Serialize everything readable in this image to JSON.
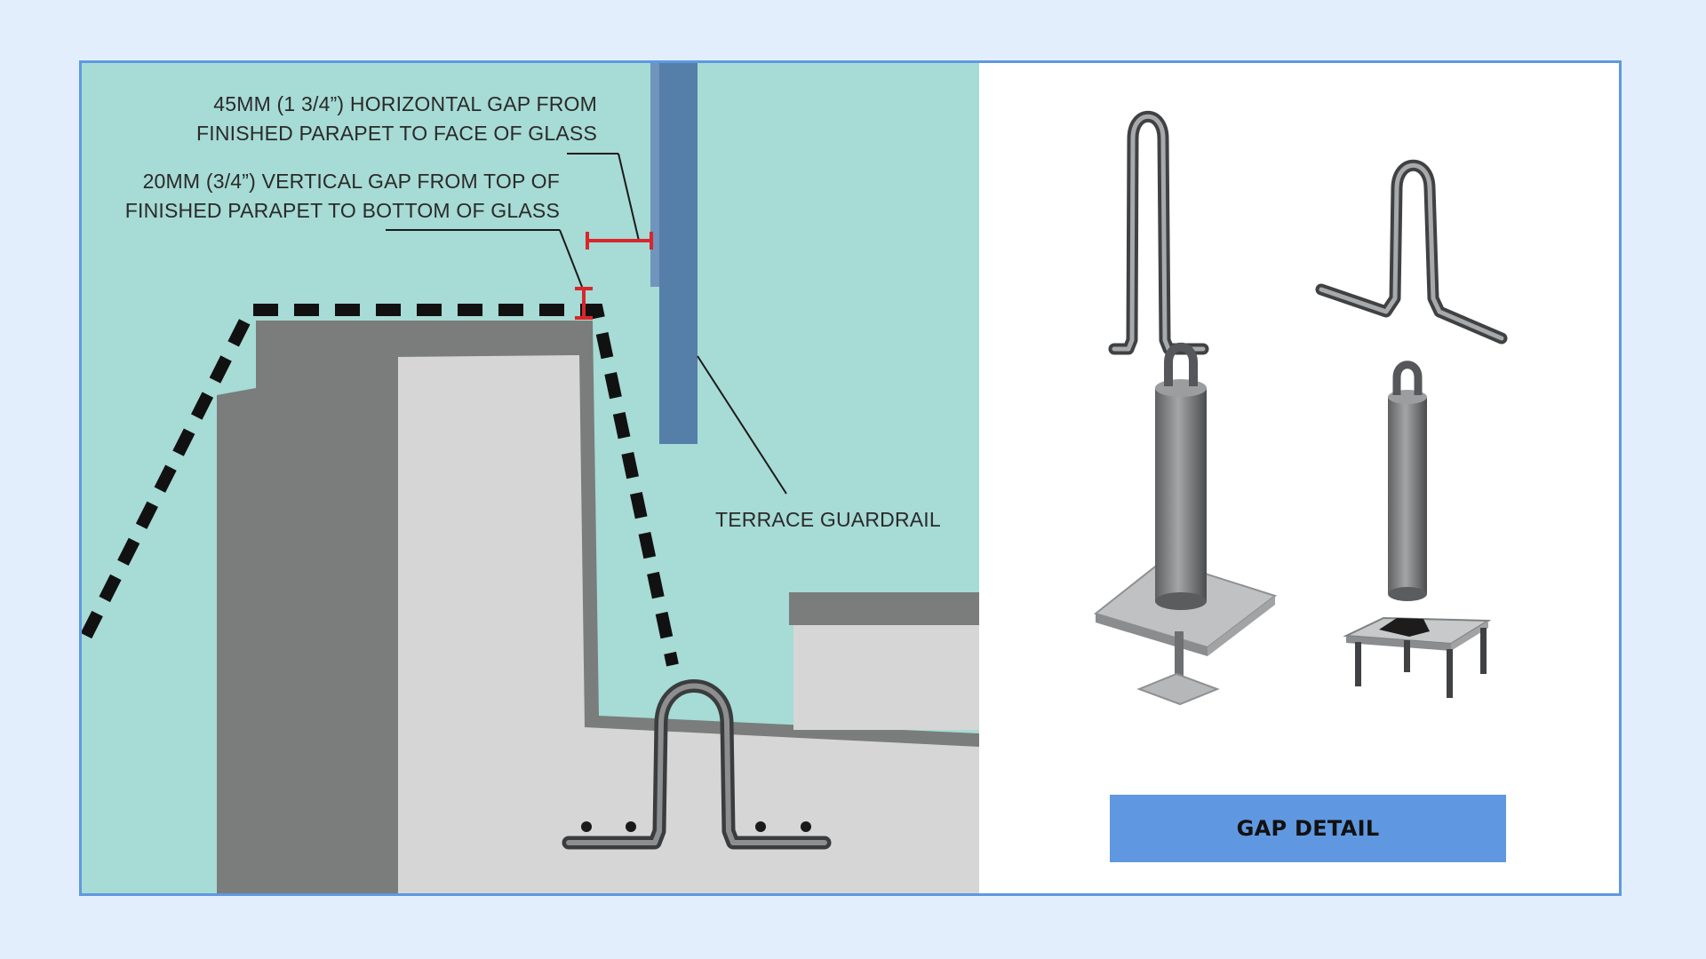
{
  "annotations": {
    "horizontal_gap": {
      "line1": "45MM  (1 3/4”) HORIZONTAL GAP FROM",
      "line2": "FINISHED PARAPET TO FACE OF GLASS"
    },
    "vertical_gap": {
      "line1": "20MM (3/4”) VERTICAL GAP FROM TOP OF",
      "line2": "FINISHED PARAPET TO BOTTOM OF GLASS"
    },
    "guardrail": "TERRACE GUARDRAIL"
  },
  "button": {
    "label": "GAP DETAIL"
  },
  "colors": {
    "page_background": "#e3eefc",
    "frame_border": "#5f98e0",
    "panel_background": "#a7dbd5",
    "parapet_dark": "#7a7d7b",
    "parapet_light": "#d6d6d6",
    "glass": "#557ea9",
    "dimension_marks": "#d9262c",
    "button": "#5f98e0"
  },
  "icons": [
    "cross-section-diagram",
    "rebar-hairpin-anchor-icon",
    "bent-rebar-anchor-icon",
    "anchor-with-base-plate-icon",
    "anchor-with-embed-frame-icon"
  ]
}
